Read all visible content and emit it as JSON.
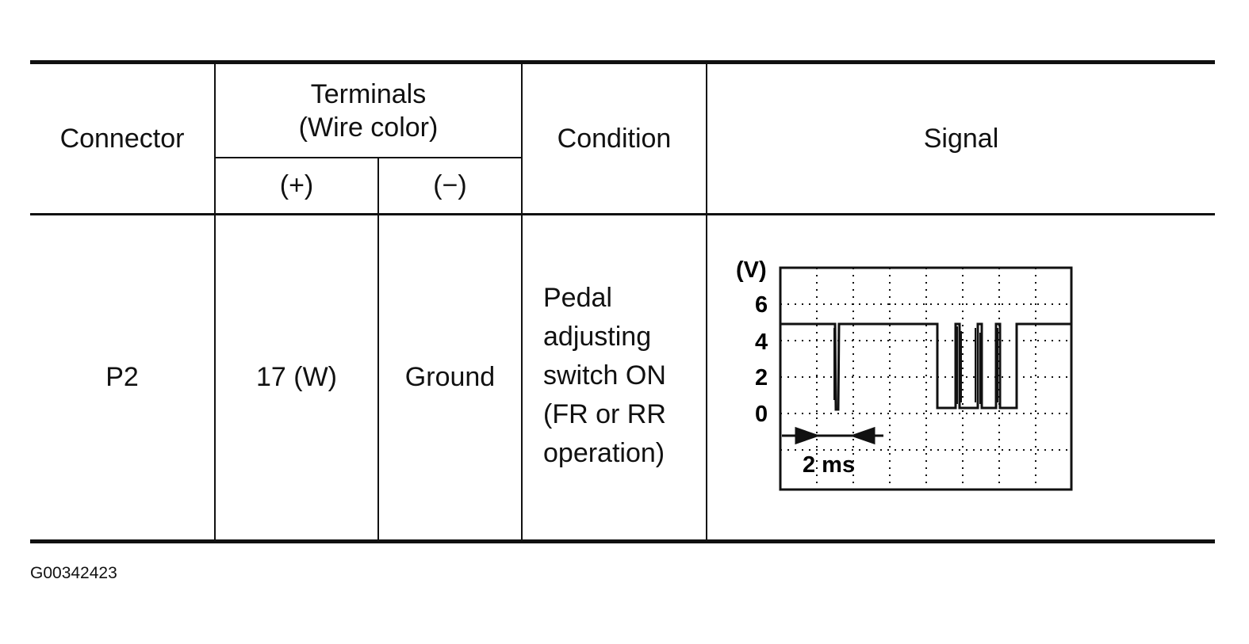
{
  "table": {
    "headers": {
      "connector": "Connector",
      "terminals_line1": "Terminals",
      "terminals_line2": "(Wire color)",
      "plus": "(+)",
      "minus": "(−)",
      "condition": "Condition",
      "signal": "Signal"
    },
    "row": {
      "connector": "P2",
      "plus": "17 (W)",
      "minus": "Ground",
      "condition_lines": [
        "Pedal",
        "adjusting",
        "switch ON",
        "(FR or RR",
        "operation)"
      ]
    }
  },
  "signal_plot": {
    "y_unit": "(V)",
    "y_ticks": [
      "6",
      "4",
      "2",
      "0"
    ],
    "time_scale": "2 ms",
    "high_level_v": 4.8,
    "low_level_v": 0
  },
  "figure_id": "G00342423"
}
